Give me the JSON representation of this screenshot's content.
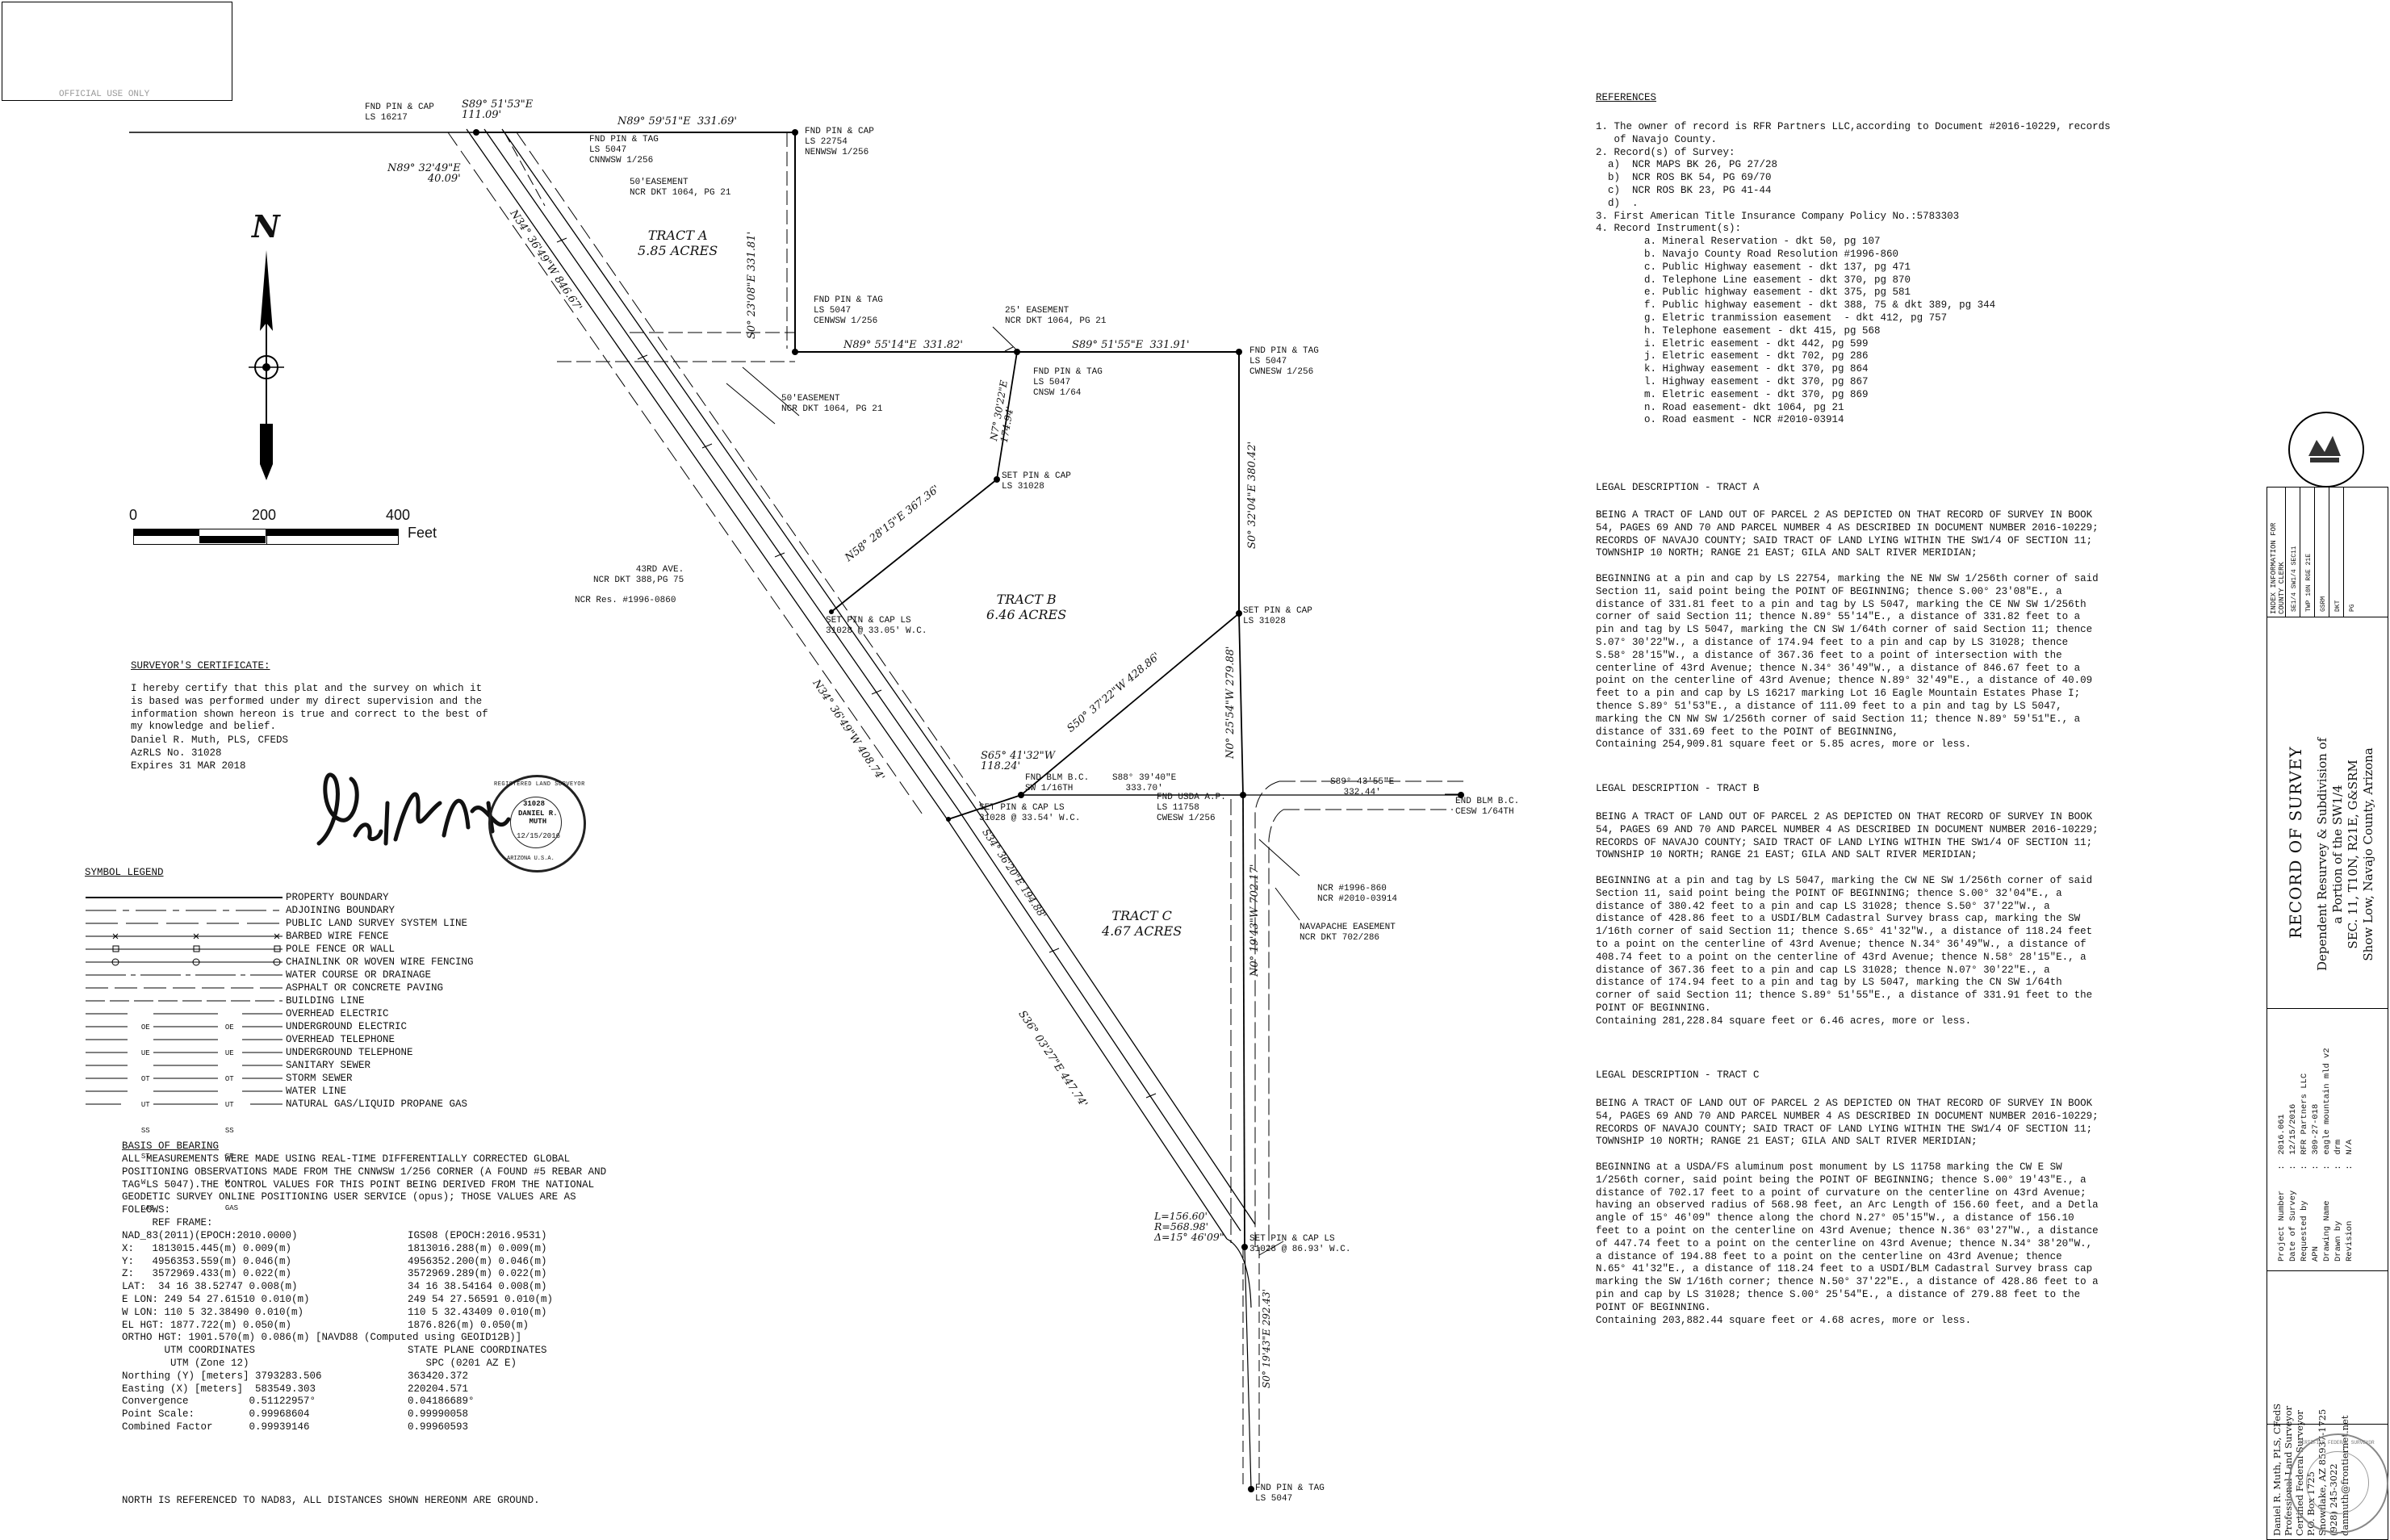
{
  "official_box": {
    "label": "OFFICIAL USE ONLY"
  },
  "north_arrow": {
    "letter": "N"
  },
  "scale": {
    "labels": [
      "0",
      "200",
      "400"
    ],
    "unit": "Feet"
  },
  "plat_labels": [
    {
      "key": "fnd_pin_cap_16217",
      "text": "FND PIN & CAP\nLS 16217"
    },
    {
      "key": "brg_top1",
      "text": "S89° 51'53\"E\n111.09'"
    },
    {
      "key": "brg_top2",
      "text": "N89° 59'51\"E  331.69'"
    },
    {
      "key": "fnd_pin_cap_22754",
      "text": "FND PIN & CAP\nLS 22754\nNENWSW 1/256"
    },
    {
      "key": "fnd_pin_tag_cnnwsw",
      "text": "FND PIN & TAG\nLS 5047\nCNNWSW 1/256"
    },
    {
      "key": "brg_left",
      "text": "N89° 32'49\"E\n40.09'"
    },
    {
      "key": "easement50_a",
      "text": "50'EASEMENT\nNCR DKT 1064, PG 21"
    },
    {
      "key": "tract_a",
      "text": "TRACT A\n5.85 ACRES"
    },
    {
      "key": "brg_331_81",
      "text": "S0° 23'08\"E  331.81'"
    },
    {
      "key": "brg_846_67",
      "text": "N34° 36'49\"W  846.67'"
    },
    {
      "key": "fnd_pin_tag_cenwsw",
      "text": "FND PIN & TAG\nLS 5047\nCENWSW 1/256"
    },
    {
      "key": "easement25",
      "text": "25' EASEMENT\nNCR DKT 1064, PG 21"
    },
    {
      "key": "brg_331_82",
      "text": "N89° 55'14\"E  331.82'"
    },
    {
      "key": "brg_331_91",
      "text": "S89° 51'55\"E  331.91'"
    },
    {
      "key": "fnd_pin_tag_cwnesw",
      "text": "FND PIN & TAG\nLS 5047\nCWNESW 1/256"
    },
    {
      "key": "fnd_pin_tag_cnsw",
      "text": "FND PIN & TAG\nLS 5047\nCNSW 1/64"
    },
    {
      "key": "brg_174_94",
      "text": "N7° 30'22\"E\n174.94'"
    },
    {
      "key": "easement50_b",
      "text": "50'EASEMENT\nNCR DKT 1064, PG 21"
    },
    {
      "key": "brg_380_42",
      "text": "S0° 32'04\"E  380.42'"
    },
    {
      "key": "set_pin_cap_31028_a",
      "text": "SET PIN & CAP\nLS 31028"
    },
    {
      "key": "brg_367_36",
      "text": "N58° 28'15\"E  367.36'"
    },
    {
      "key": "ave_43rd",
      "text": "43RD AVE.\nNCR DKT 388,PG 75"
    },
    {
      "key": "ncr_res",
      "text": "NCR Res. #1996-0860"
    },
    {
      "key": "set_pin_cap_wc1",
      "text": "SET PIN & CAP LS\n31028 @ 33.05' W.C."
    },
    {
      "key": "tract_b",
      "text": "TRACT B\n6.46 ACRES"
    },
    {
      "key": "set_pin_cap_31028_b",
      "text": "SET PIN & CAP\nLS 31028"
    },
    {
      "key": "brg_408_74",
      "text": "N34° 36'49\"W  408.74'"
    },
    {
      "key": "brg_428_86",
      "text": "S50° 37'22\"W  428.86'"
    },
    {
      "key": "brg_279_88",
      "text": "N0° 25'54\"W  279.88'"
    },
    {
      "key": "brg_118_24",
      "text": "S65° 41'32\"W\n118.24'"
    },
    {
      "key": "fnd_blm",
      "text": "FND BLM B.C.\nSW 1/16TH"
    },
    {
      "key": "brg_333_70",
      "text": "S88° 39'40\"E\n333.70'"
    },
    {
      "key": "fnd_usda",
      "text": "FND USDA A.P.\nLS 11758\nCWESW 1/256"
    },
    {
      "key": "brg_332_44",
      "text": "S89° 43'55\"E\n332.44'"
    },
    {
      "key": "end_blm",
      "text": "END BLM B.C.\nCESW 1/64TH"
    },
    {
      "key": "set_pin_cap_wc2",
      "text": "SET PIN & CAP LS\n31028 @ 33.54' W.C."
    },
    {
      "key": "brg_194_88",
      "text": "S34° 36'20\"E  194.88'"
    },
    {
      "key": "ncr_numbers",
      "text": "NCR #1996-860\nNCR #2010-03914"
    },
    {
      "key": "tract_c",
      "text": "TRACT C\n4.67 ACRES"
    },
    {
      "key": "navapache",
      "text": "NAVAPACHE EASEMENT\nNCR DKT 702/286"
    },
    {
      "key": "brg_702_17",
      "text": "N0° 19'43\"W  702.17'"
    },
    {
      "key": "brg_447_74",
      "text": "S36° 03'27\"E  447.74'"
    },
    {
      "key": "curve",
      "text": "L=156.60'\nR=568.98'\nΔ=15° 46'09\""
    },
    {
      "key": "set_pin_cap_wc3",
      "text": "SET PIN & CAP LS\n31028 @ 86.93' W.C."
    },
    {
      "key": "brg_292_43",
      "text": "S0° 19'43\"E  292.43'"
    },
    {
      "key": "fnd_pin_tag_bottom",
      "text": "FND PIN & TAG\nLS 5047"
    }
  ],
  "surveyor_certificate": {
    "heading": "SURVEYOR'S CERTIFICATE:",
    "body": "I hereby certify that this plat and the survey on which it\nis based was performed under my direct supervision and the\ninformation shown hereon is true and correct to the best of\nmy knowledge and belief.",
    "signature_block": "Daniel R. Muth, PLS, CFEDS\nAzRLS No. 31028\nExpires 31 MAR 2018"
  },
  "seal": {
    "ring_text": "REGISTERED LAND SURVEYOR",
    "number": "31028",
    "name": "DANIEL R.\nMUTH",
    "date": "12/15/2016",
    "state": "ARIZONA U.S.A."
  },
  "symbol_legend": {
    "heading": "SYMBOL LEGEND",
    "items": [
      {
        "label": "PROPERTY BOUNDARY"
      },
      {
        "label": "ADJOINING BOUNDARY"
      },
      {
        "label": "PUBLIC LAND SURVEY SYSTEM LINE"
      },
      {
        "label": "BARBED WIRE FENCE"
      },
      {
        "label": "POLE FENCE OR WALL"
      },
      {
        "label": "CHAINLINK OR WOVEN WIRE FENCING"
      },
      {
        "label": "WATER COURSE OR DRAINAGE"
      },
      {
        "label": "ASPHALT OR CONCRETE PAVING"
      },
      {
        "label": "BUILDING LINE"
      },
      {
        "label": "OVERHEAD ELECTRIC",
        "code": "OE"
      },
      {
        "label": "UNDERGROUND ELECTRIC",
        "code": "UE"
      },
      {
        "label": "OVERHEAD TELEPHONE",
        "code": "OT"
      },
      {
        "label": "UNDERGROUND TELEPHONE",
        "code": "UT"
      },
      {
        "label": "SANITARY SEWER",
        "code": "SS"
      },
      {
        "label": "STORM SEWER",
        "code": "ST"
      },
      {
        "label": "WATER LINE",
        "code": "W"
      },
      {
        "label": "NATURAL GAS/LIQUID PROPANE GAS",
        "code": "GAS"
      }
    ]
  },
  "basis_of_bearing": {
    "heading": "BASIS OF BEARING",
    "intro": "ALL MEASUREMENTS WERE MADE USING REAL-TIME DIFFERENTIALLY CORRECTED GLOBAL\nPOSITIONING OBSERVATIONS MADE FROM THE CNNWSW 1/256 CORNER (A FOUND #5 REBAR AND\nTAG LS 5047).THE CONTROL VALUES FOR THIS POINT BEING DERIVED FROM THE NATIONAL\nGEODETIC SURVEY ONLINE POSITIONING USER SERVICE (opus); THOSE VALUES ARE AS\nFOLLOWS:",
    "ref_frame": "     REF FRAME:",
    "left_col": "NAD_83(2011)(EPOCH:2010.0000)\nX:   1813015.445(m) 0.009(m)\nY:   4956353.559(m) 0.046(m)\nZ:   3572969.433(m) 0.022(m)\nLAT:  34 16 38.52747 0.008(m)\nE LON: 249 54 27.61510 0.010(m)\nW LON: 110 5 32.38490 0.010(m)\nEL HGT: 1877.722(m) 0.050(m)\nORTHO HGT: 1901.570(m) 0.086(m) [NAVD88 (Computed using GEOID12B)]\n       UTM COORDINATES\n        UTM (Zone 12)\nNorthing (Y) [meters] 3793283.506\nEasting (X) [meters]  583549.303\nConvergence          0.51122957°\nPoint Scale:         0.99968604\nCombined Factor      0.99939146",
    "right_col": "IGS08 (EPOCH:2016.9531)\n1813016.288(m) 0.009(m)\n4956352.200(m) 0.046(m)\n3572969.289(m) 0.022(m)\n34 16 38.54164 0.008(m)\n249 54 27.56591 0.010(m)\n110 5 32.43409 0.010(m)\n1876.826(m) 0.050(m)\n\nSTATE PLANE COORDINATES\n   SPC (0201 AZ E)\n363420.372\n220204.571\n0.04186689°\n0.99990058\n0.99960593",
    "footer": "NORTH IS REFERENCED TO NAD83, ALL DISTANCES SHOWN HEREONM ARE GROUND."
  },
  "references": {
    "heading": "REFERENCES",
    "body": "1. The owner of record is RFR Partners LLC,according to Document #2016-10229, records\n   of Navajo County.\n2. Record(s) of Survey:\n  a)  NCR MAPS BK 26, PG 27/28\n  b)  NCR ROS BK 54, PG 69/70\n  c)  NCR ROS BK 23, PG 41-44\n  d)  .\n3. First American Title Insurance Company Policy No.:5783303\n4. Record Instrument(s):\n        a. Mineral Reservation - dkt 50, pg 107\n        b. Navajo County Road Resolution #1996-860\n        c. Public Highway easement - dkt 137, pg 471\n        d. Telephone Line easement - dkt 370, pg 870\n        e. Public highway easement - dkt 375, pg 581\n        f. Public highway easement - dkt 388, 75 & dkt 389, pg 344\n        g. Eletric tranmission easement  - dkt 412, pg 757\n        h. Telephone easement - dkt 415, pg 568\n        i. Eletric easement - dkt 442, pg 599\n        j. Eletric easement - dkt 702, pg 286\n        k. Highway easement - dkt 370, pg 864\n        l. Highway easement - dkt 370, pg 867\n        m. Eletric easement - dkt 370, pg 869\n        n. Road easement- dkt 1064, pg 21\n        o. Road easment - NCR #2010-03914"
  },
  "legal_a": {
    "heading": "LEGAL DESCRIPTION - TRACT A",
    "body": "BEING A TRACT OF LAND OUT OF PARCEL 2 AS DEPICTED ON THAT RECORD OF SURVEY IN BOOK\n54, PAGES 69 AND 70 AND PARCEL NUMBER 4 AS DESCRIBED IN DOCUMENT NUMBER 2016-10229;\nRECORDS OF NAVAJO COUNTY; SAID TRACT OF LAND LYING WITHIN THE SW1/4 OF SECTION 11;\nTOWNSHIP 10 NORTH; RANGE 21 EAST; GILA AND SALT RIVER MERIDIAN;\n\nBEGINNING at a pin and cap by LS 22754, marking the NE NW SW 1/256th corner of said\nSection 11, said point being the POINT OF BEGINNING; thence S.00° 23'08\"E., a\ndistance of 331.81 feet to a pin and tag by LS 5047, marking the CE NW SW 1/256th\ncorner of said Section 11; thence N.89° 55'14\"E., a distance of 331.82 feet to a\npin and tag by LS 5047, marking the CN SW 1/64th corner of said Section 11; thence\nS.07° 30'22\"W., a distance of 174.94 feet to a pin and cap by LS 31028; thence\nS.58° 28'15\"W., a distance of 367.36 feet to a point of intersection with the\ncenterline of 43rd Avenue; thence N.34° 36'49\"W., a distance of 846.67 feet to a\npoint on the centerline of 43rd Avenue; thence N.89° 32'49\"E., a distance of 40.09\nfeet to a pin and cap by LS 16217 marking Lot 16 Eagle Mountain Estates Phase I;\nthence S.89° 51'53\"E., a distance of 111.09 feet to a pin and tag by LS 5047,\nmarking the CN NW SW 1/256th corner of said Section 11; thence N.89° 59'51\"E., a\ndistance of 331.69 feet to the POINT of BEGINNING,\nContaining 254,909.81 square feet or 5.85 acres, more or less."
  },
  "legal_b": {
    "heading": "LEGAL DESCRIPTION - TRACT B",
    "body": "BEING A TRACT OF LAND OUT OF PARCEL 2 AS DEPICTED ON THAT RECORD OF SURVEY IN BOOK\n54, PAGES 69 AND 70 AND PARCEL NUMBER 4 AS DESCRIBED IN DOCUMENT NUMBER 2016-10229;\nRECORDS OF NAVAJO COUNTY; SAID TRACT OF LAND LYING WITHIN THE SW1/4 OF SECTION 11;\nTOWNSHIP 10 NORTH; RANGE 21 EAST; GILA AND SALT RIVER MERIDIAN;\n\nBEGINNING at a pin and tag by LS 5047, marking the CW NE SW 1/256th corner of said\nSection 11, said point being the POINT OF BEGINNING; thence S.00° 32'04\"E., a\ndistance of 380.42 feet to a pin and cap LS 31028; thence S.50° 37'22\"W., a\ndistance of 428.86 feet to a USDI/BLM Cadastral Survey brass cap, marking the SW\n1/16th corner of said Section 11; thence S.65° 41'32\"W., a distance of 118.24 feet\nto a point on the centerline of 43rd Avenue; thence N.34° 36'49\"W., a distance of\n408.74 feet to a point on the centerline of 43rd Avenue; thence N.58° 28'15\"E., a\ndistance of 367.36 feet to a pin and cap LS 31028; thence N.07° 30'22\"E., a\ndistance of 174.94 feet to a pin and tag by LS 5047, marking the CN SW 1/64th\ncorner of said Section 11; thence S.89° 51'55\"E., a distance of 331.91 feet to the\nPOINT OF BEGINNING.\nContaining 281,228.84 square feet or 6.46 acres, more or less."
  },
  "legal_c": {
    "heading": "LEGAL DESCRIPTION - TRACT C",
    "body": "BEING A TRACT OF LAND OUT OF PARCEL 2 AS DEPICTED ON THAT RECORD OF SURVEY IN BOOK\n54, PAGES 69 AND 70 AND PARCEL NUMBER 4 AS DESCRIBED IN DOCUMENT NUMBER 2016-10229;\nRECORDS OF NAVAJO COUNTY; SAID TRACT OF LAND LYING WITHIN THE SW1/4 OF SECTION 11;\nTOWNSHIP 10 NORTH; RANGE 21 EAST; GILA AND SALT RIVER MERIDIAN;\n\nBEGINNING at a USDA/FS aluminum post monument by LS 11758 marking the CW E SW\n1/256th corner, said point being the POINT OF BEGINNING; thence S.00° 19'43\"E., a\ndistance of 702.17 feet to a point of curvature on the centerline on 43rd Avenue;\nhaving an observed radius of 568.98 feet, an Arc Length of 156.60 feet, and a Detla\nangle of 15° 46'09\" thence along the chord N.27° 05'15\"W., a distance of 156.10\nfeet to a point on the centerline on 43rd Avenue; thence N.36° 03'27\"W., a distance\nof 447.74 feet to a point on the centerline on 43rd Avenue; thence N.34° 38'20\"W.,\na distance of 194.88 feet to a point on the centerline on 43rd Avenue; thence\nN.65° 41'32\"E., a distance of 118.24 feet to a USDI/BLM Cadastral Survey brass cap\nmarking the SW 1/16th corner; thence N.50° 37'22\"E., a distance of 428.86 feet to a\npin and cap by LS 31028; thence S.00° 25'54\"E., a distance of 279.88 feet to the\nPOINT OF BEGINNING.\nContaining 203,882.44 square feet or 4.68 acres, more or less."
  },
  "title_block": {
    "recorder_header": "INDEX INFORMATION FOR\nCOUNTY CLERK",
    "index_rows": [
      "SE1/4  SW1/4  SEC11",
      "TWP 10N  RGE 21E",
      "GSRM",
      "DKT",
      "PG"
    ],
    "title": "RECORD OF SURVEY",
    "subtitle": "Dependent Resurvey & Subdivision of\na Portion of the SW1/4\nSEC. 11, T10N, R21E, G&SRM\nShow Low, Navajo County, Arizona",
    "info": "Project Number    :  2016.061\nDate of Survey    :  12/15/2016\nRequested by      :  RFR Partners LLC\nAPN               :  309-27-018\nDrawing Name      :  eagle mountain mld v2\nDrawn by          :  drm\nRevision          :  N/A",
    "company": "Daniel R. Muth, PLS, CFedS\nProfessional Land Surveyor\nCertified Federal Surveyor\nP.O. Box 1725\nSnowflake, AZ 85937-1725\n(928) 245-3022\ndanmuth@frontiernet.net",
    "logo_text": "CERTIFIED FEDERAL SURVEYOR"
  }
}
